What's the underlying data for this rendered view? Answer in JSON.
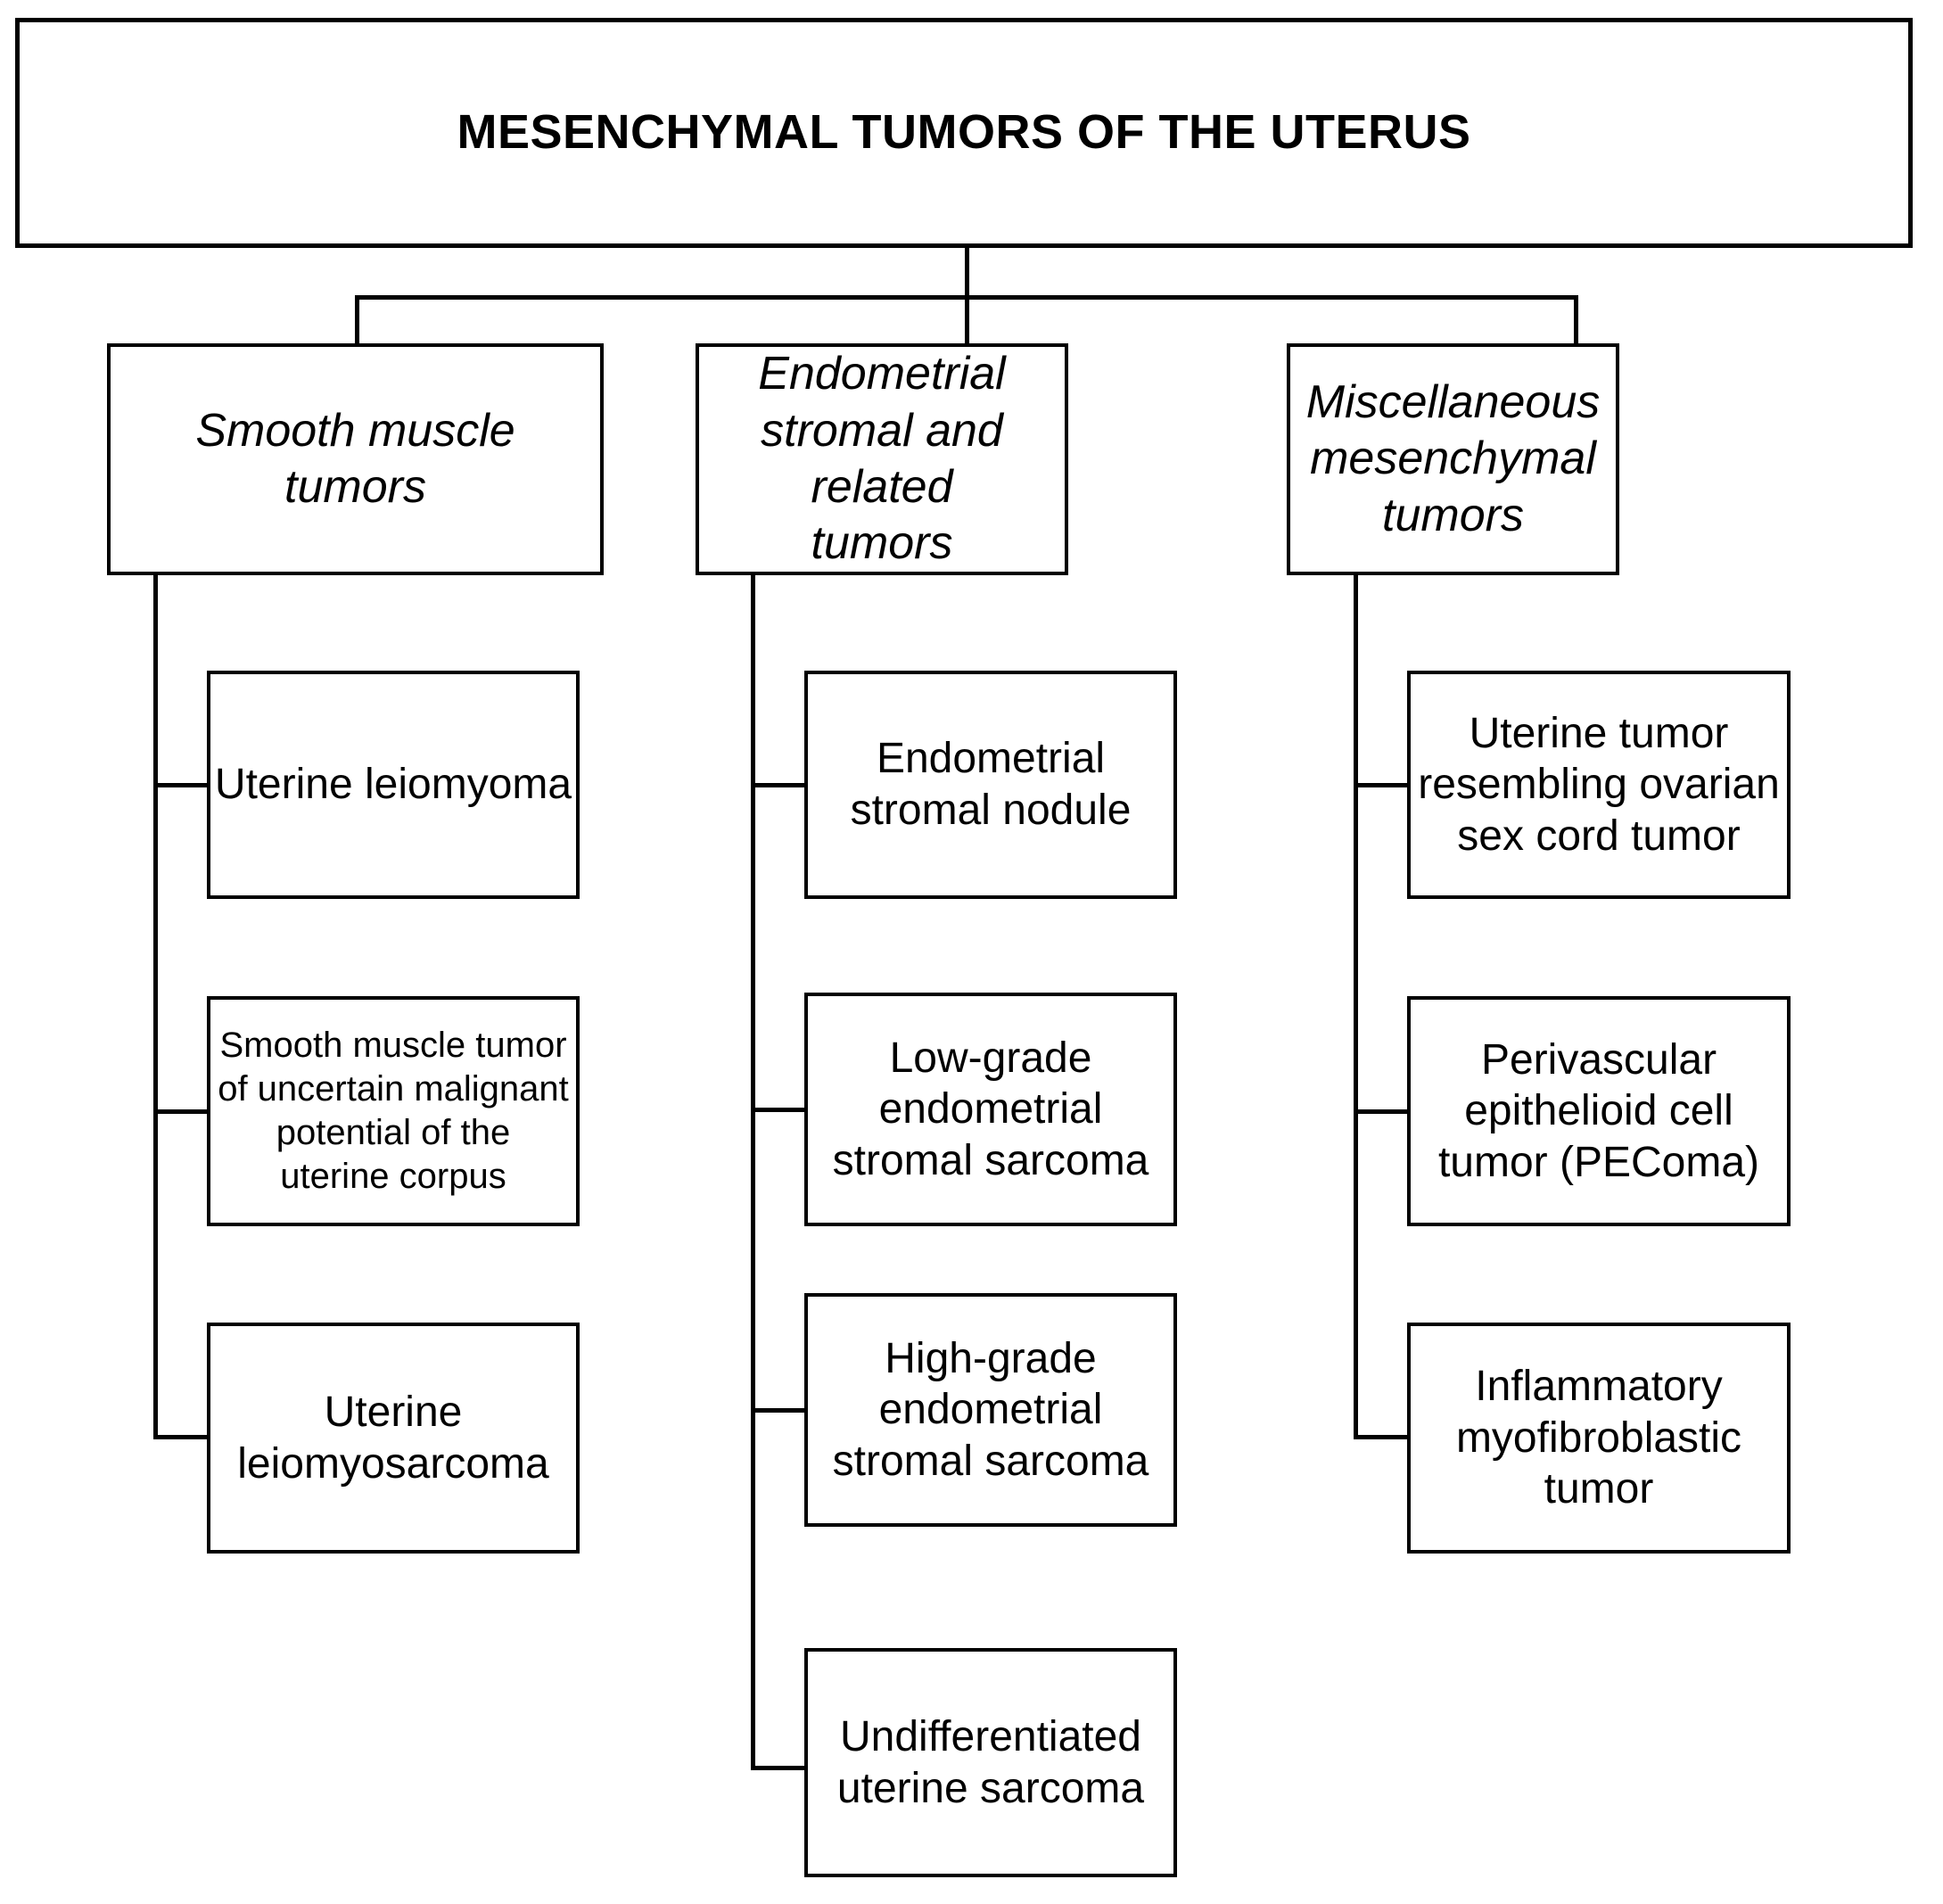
{
  "diagram": {
    "type": "hierarchy-flowchart",
    "title": "MESENCHYMAL TUMORS OF THE UTERUS",
    "categories": [
      {
        "id": "smooth-muscle-tumors",
        "label": "Smooth muscle\ntumors",
        "children": [
          {
            "id": "uterine-leiomyoma",
            "label": "Uterine leiomyoma"
          },
          {
            "id": "smooth-muscle-tumor-ump",
            "label": "Smooth muscle tumor\nof uncertain malignant\npotential of the\nuterine corpus"
          },
          {
            "id": "uterine-leiomyosarcoma",
            "label": "Uterine\nleiomyosarcoma"
          }
        ]
      },
      {
        "id": "endometrial-stromal-and-related-tumors",
        "label": "Endometrial\nstromal and related\ntumors",
        "children": [
          {
            "id": "endometrial-stromal-nodule",
            "label": "Endometrial\nstromal nodule"
          },
          {
            "id": "low-grade-endometrial-stromal-sarcoma",
            "label": "Low-grade\nendometrial\nstromal sarcoma"
          },
          {
            "id": "high-grade-endometrial-stromal-sarcoma",
            "label": "High-grade\nendometrial\nstromal sarcoma"
          },
          {
            "id": "undifferentiated-uterine-sarcoma",
            "label": "Undifferentiated\nuterine sarcoma"
          }
        ]
      },
      {
        "id": "miscellaneous-mesenchymal-tumors",
        "label": "Miscellaneous\nmesenchymal\ntumors",
        "children": [
          {
            "id": "uterine-tumor-resembling-ovarian-sex-cord-tumor",
            "label": "Uterine tumor\nresembling ovarian\nsex cord tumor"
          },
          {
            "id": "pecoma",
            "label": "Perivascular\nepithelioid  cell\ntumor (PEComa)"
          },
          {
            "id": "inflammatory-myofibroblastic-tumor",
            "label": "Inflammatory\nmyofibroblastic\ntumor"
          }
        ]
      }
    ],
    "colors": {
      "background": "#ffffff",
      "stroke": "#000000",
      "text": "#000000"
    }
  }
}
